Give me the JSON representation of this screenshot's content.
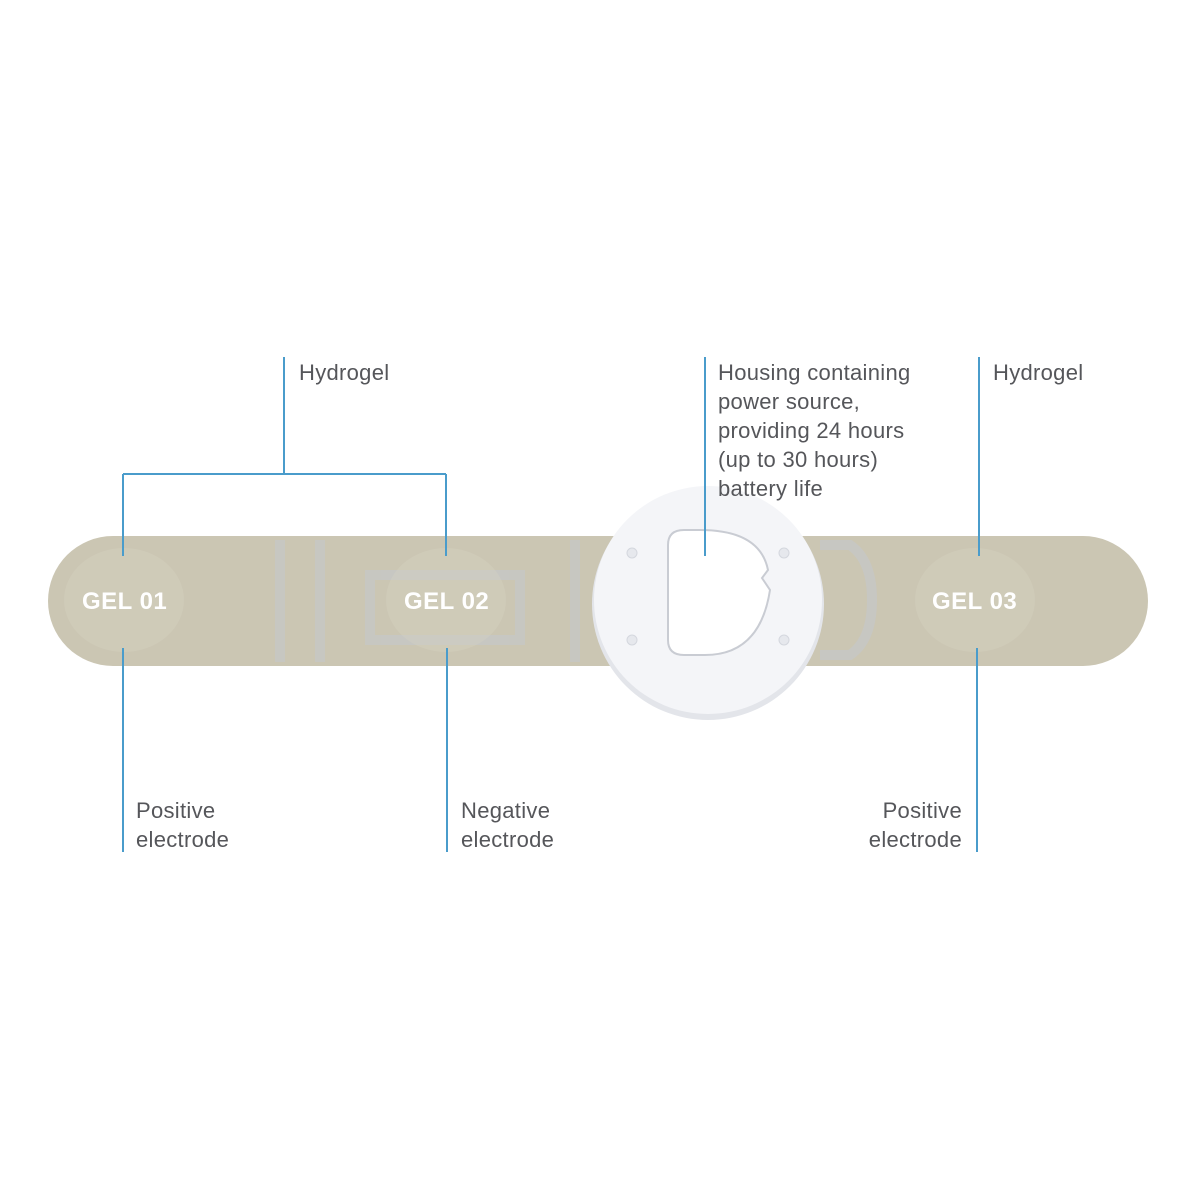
{
  "colors": {
    "strip": "#cbc6b3",
    "strip_light": "#d7d3c4",
    "circuit": "#c5c9cd",
    "housing": "#f4f5f8",
    "housing_shadow": "#e3e5ea",
    "leader_line": "#4a9ccb",
    "label_text": "#55565a",
    "gel_text": "#ffffff"
  },
  "gels": [
    {
      "label": "GEL 01"
    },
    {
      "label": "GEL 02"
    },
    {
      "label": "GEL 03"
    }
  ],
  "callouts": {
    "hydrogel_left": {
      "lines": [
        "Hydrogel"
      ]
    },
    "housing": {
      "lines": [
        "Housing containing",
        "power source,",
        "providing 24 hours",
        "(up to 30 hours)",
        "battery life"
      ]
    },
    "hydrogel_right": {
      "lines": [
        "Hydrogel"
      ]
    },
    "positive_left": {
      "lines": [
        "Positive",
        "electrode"
      ]
    },
    "negative": {
      "lines": [
        "Negative",
        "electrode"
      ]
    },
    "positive_right": {
      "lines": [
        "Positive",
        "electrode"
      ]
    }
  }
}
